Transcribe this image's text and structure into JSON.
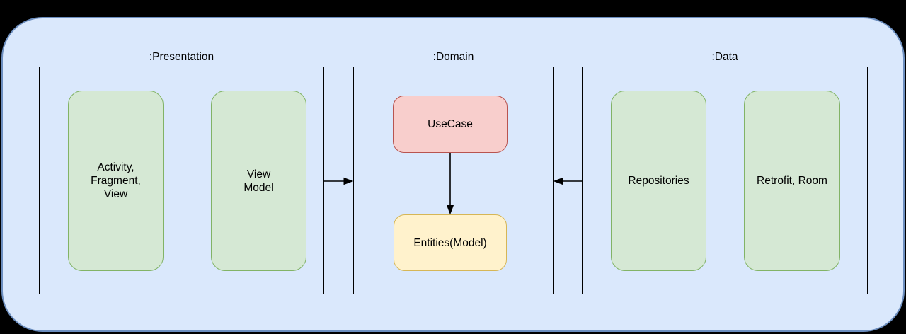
{
  "canvas": {
    "background_color": "#000000",
    "container_fill": "#dae8fc",
    "container_border_color": "#6c8ebf"
  },
  "diagram": {
    "type": "clean-architecture-module-diagram",
    "sections": [
      {
        "id": "presentation",
        "label": ":Presentation"
      },
      {
        "id": "domain",
        "label": ":Domain"
      },
      {
        "id": "data",
        "label": ":Data"
      }
    ],
    "nodes": [
      {
        "id": "activity-fragment-view",
        "section": "presentation",
        "label": "Activity,\nFragment,\nView",
        "fill": "#d5e8d4",
        "border_color": "#82b366"
      },
      {
        "id": "view-model",
        "section": "presentation",
        "label": "View\nModel",
        "fill": "#d5e8d4",
        "border_color": "#82b366"
      },
      {
        "id": "usecase",
        "section": "domain",
        "label": "UseCase",
        "fill": "#f8cecc",
        "border_color": "#b85450"
      },
      {
        "id": "entities",
        "section": "domain",
        "label": "Entities(Model)",
        "fill": "#fff2cc",
        "border_color": "#d6b656"
      },
      {
        "id": "repositories",
        "section": "data",
        "label": "Repositories",
        "fill": "#d5e8d4",
        "border_color": "#82b366"
      },
      {
        "id": "retrofit-room",
        "section": "data",
        "label": "Retrofit, Room",
        "fill": "#d5e8d4",
        "border_color": "#82b366"
      }
    ],
    "edges": [
      {
        "from": "presentation",
        "to": "domain",
        "arrow_direction": "right"
      },
      {
        "from": "data",
        "to": "domain",
        "arrow_direction": "left"
      },
      {
        "from": "usecase",
        "to": "entities",
        "arrow_direction": "down"
      }
    ]
  }
}
